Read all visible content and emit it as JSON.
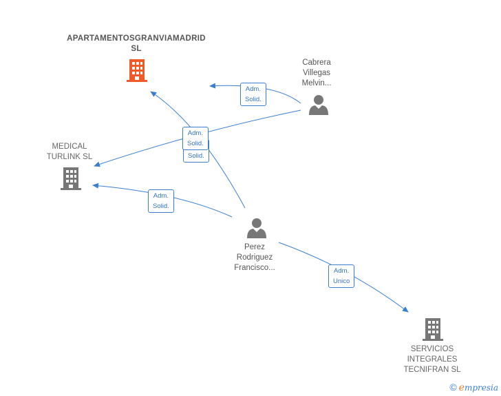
{
  "nodes": {
    "apartamentos": {
      "line1": "APARTAMENTOSGRANVIAMADRID",
      "line2": "SL",
      "color": "#f05a28"
    },
    "medical": {
      "line1": "MEDICAL",
      "line2": "TURLINK SL",
      "color": "#777777"
    },
    "servicios": {
      "line1": "SERVICIOS",
      "line2": "INTEGRALES",
      "line3": "TECNIFRAN SL",
      "color": "#777777"
    },
    "cabrera": {
      "line1": "Cabrera",
      "line2": "Villegas",
      "line3": "Melvin..."
    },
    "perez": {
      "line1": "Perez",
      "line2": "Rodriguez",
      "line3": "Francisco..."
    }
  },
  "edges": {
    "cabrera_apart": {
      "l1": "Adm.",
      "l2": "Solid."
    },
    "cabrera_medical": {
      "l1": "Adm.",
      "l2": "Solid."
    },
    "perez_apart": {
      "l2": "Solid."
    },
    "perez_medical": {
      "l1": "Adm.",
      "l2": "Solid."
    },
    "perez_servicios": {
      "l1": "Adm.",
      "l2": "Unico"
    }
  },
  "footer": {
    "copyright": "©",
    "brand_e": "e",
    "brand_rest": "mpresia"
  },
  "colors": {
    "edge": "#3a7ed0",
    "person": "#777777",
    "company_highlight": "#f05a28"
  }
}
